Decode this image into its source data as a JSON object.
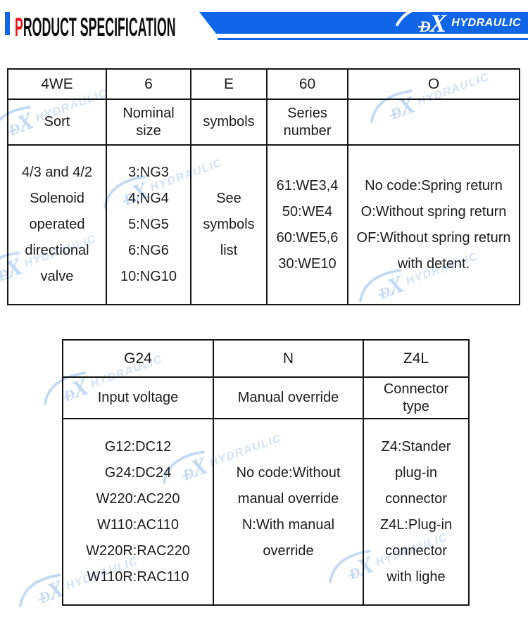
{
  "brand": {
    "d": "D",
    "x": "X",
    "name": "HYDRAULIC"
  },
  "header": {
    "title_first_letter": "P",
    "title_rest": "RODUCT SPECIFICATION"
  },
  "colors": {
    "banner_blue": "#1166e8",
    "title_red": "#e8151c",
    "watermark_blue": "#c4d9f2",
    "border_black": "#141414"
  },
  "table1": {
    "columns": [
      {
        "code": "4WE",
        "label_lines": [
          "Sort"
        ],
        "lines": [
          "4/3 and 4/2",
          "Solenoid",
          "operated",
          "directional",
          "valve"
        ]
      },
      {
        "code": "6",
        "label_lines": [
          "Nominal",
          "size"
        ],
        "lines": [
          "3:NG3",
          "4;NG4",
          "5:NG5",
          "6:NG6",
          "10:NG10"
        ]
      },
      {
        "code": "E",
        "label_lines": [
          "symbols"
        ],
        "lines": [
          "See",
          "symbols",
          "list"
        ]
      },
      {
        "code": "60",
        "label_lines": [
          "Series",
          "number"
        ],
        "lines": [
          "61:WE3,4",
          "50:WE4",
          "60:WE5,6",
          "30:WE10"
        ]
      },
      {
        "code": "O",
        "label_lines": [],
        "lines": [
          "No code:Spring return",
          "O:Without spring return",
          "OF:Without spring return",
          "with detent."
        ]
      }
    ]
  },
  "table2": {
    "columns": [
      {
        "code": "G24",
        "label_lines": [
          "Input voltage"
        ],
        "lines": [
          "G12:DC12",
          "G24:DC24",
          "W220:AC220",
          "W110:AC110",
          "W220R:RAC220",
          "W110R:RAC110"
        ]
      },
      {
        "code": "N",
        "label_lines": [
          "Manual override"
        ],
        "lines": [
          "No code:Without",
          "manual override",
          "N:With manual",
          "override"
        ]
      },
      {
        "code": "Z4L",
        "label_lines": [
          "Connector",
          "type"
        ],
        "lines": [
          "Z4:Stander",
          "plug-in",
          "connector",
          "Z4L:Plug-in",
          "connector",
          "with lighe"
        ]
      }
    ]
  }
}
